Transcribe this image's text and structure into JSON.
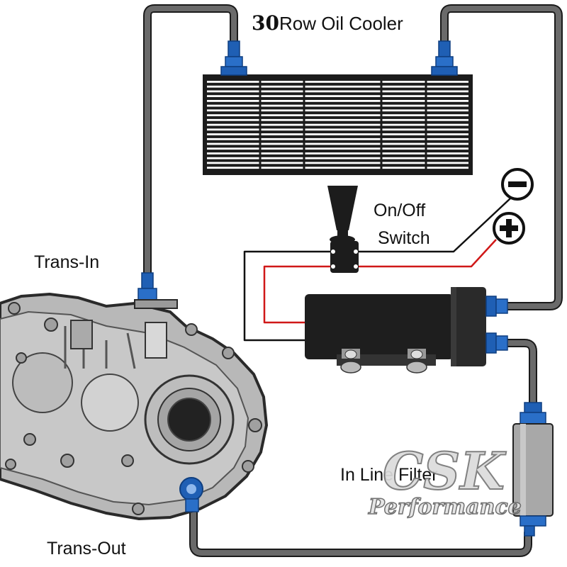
{
  "title": {
    "number": "30",
    "text": "Row Oil Cooler"
  },
  "labels": {
    "switch_line1": "On/Off",
    "switch_line2": "Switch",
    "trans_in": "Trans-In",
    "trans_out": "Trans-Out",
    "filter": "In Line Filter"
  },
  "terminals": {
    "negative": "−",
    "positive": "+"
  },
  "watermark": {
    "main": "CSK",
    "sub": "Performance"
  },
  "colors": {
    "hose": "#6a6a6a",
    "hose_edge": "#1a1a1a",
    "fitting": "#1f5fb4",
    "fitting_dark": "#0f3f80",
    "cooler": "#1c1c1c",
    "pump": "#1e1e1e",
    "wire_red": "#d01818",
    "wire_black": "#111111",
    "housing": "#b8b8b8"
  },
  "icons": [
    "minus-terminal-icon",
    "plus-terminal-icon",
    "toggle-switch-icon"
  ]
}
